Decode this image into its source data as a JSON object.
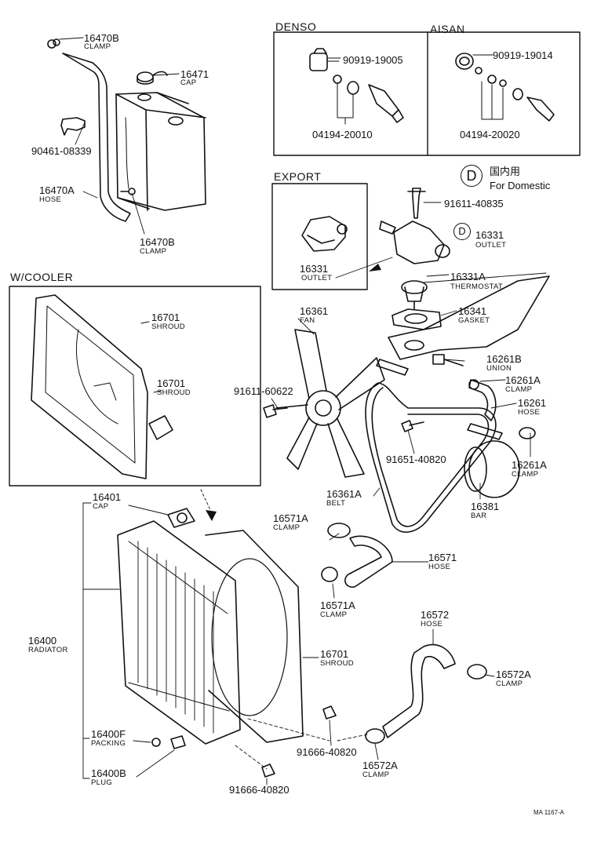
{
  "headings": {
    "denso": "DENSO",
    "aisan": "AISAN",
    "export": "EXPORT",
    "w_cooler": "W/COOLER"
  },
  "domestic": {
    "mark": "D",
    "japanese": "国内用",
    "english": "For Domestic"
  },
  "parts": {
    "p16470B_top": {
      "number": "16470B",
      "name": "CLAMP"
    },
    "p16471": {
      "number": "16471",
      "name": "CAP"
    },
    "p90461": {
      "number": "90461-08339"
    },
    "p16470A": {
      "number": "16470A",
      "name": "HOSE"
    },
    "p16470B_bot": {
      "number": "16470B",
      "name": "CLAMP"
    },
    "p90919_19005": {
      "number": "90919-19005"
    },
    "p04194_20010": {
      "number": "04194-20010"
    },
    "p90919_19014": {
      "number": "90919-19014"
    },
    "p04194_20020": {
      "number": "04194-20020"
    },
    "p91611_40835": {
      "number": "91611-40835"
    },
    "p16331_export": {
      "number": "16331",
      "name": "OUTLET"
    },
    "p16331_dom": {
      "number": "16331",
      "name": "OUTLET"
    },
    "p16331A": {
      "number": "16331A",
      "name": "THERMOSTAT"
    },
    "p16341": {
      "number": "16341",
      "name": "GASKET"
    },
    "p16361": {
      "number": "16361",
      "name": "FAN"
    },
    "p16261B": {
      "number": "16261B",
      "name": "UNION"
    },
    "p16261A_top": {
      "number": "16261A",
      "name": "CLAMP"
    },
    "p16261": {
      "number": "16261",
      "name": "HOSE"
    },
    "p91611_60622": {
      "number": "91611-60622"
    },
    "p91651_40820": {
      "number": "91651-40820"
    },
    "p16261A_bot": {
      "number": "16261A",
      "name": "CLAMP"
    },
    "p16701_a": {
      "number": "16701",
      "name": "SHROUD"
    },
    "p16701_b": {
      "number": "16701",
      "name": "SHROUD"
    },
    "p16401": {
      "number": "16401",
      "name": "CAP"
    },
    "p16361A": {
      "number": "16361A",
      "name": "BELT"
    },
    "p16381": {
      "number": "16381",
      "name": "BAR"
    },
    "p16571A_top": {
      "number": "16571A",
      "name": "CLAMP"
    },
    "p16571": {
      "number": "16571",
      "name": "HOSE"
    },
    "p16571A_bot": {
      "number": "16571A",
      "name": "CLAMP"
    },
    "p16400": {
      "number": "16400",
      "name": "RADIATOR"
    },
    "p16701_c": {
      "number": "16701",
      "name": "SHROUD"
    },
    "p16572": {
      "number": "16572",
      "name": "HOSE"
    },
    "p16572A_right": {
      "number": "16572A",
      "name": "CLAMP"
    },
    "p16400F": {
      "number": "16400F",
      "name": "PACKING"
    },
    "p91666_a": {
      "number": "91666-40820"
    },
    "p16572A_bot": {
      "number": "16572A",
      "name": "CLAMP"
    },
    "p16400B": {
      "number": "16400B",
      "name": "PLUG"
    },
    "p91666_b": {
      "number": "91666-40820"
    }
  },
  "footer": {
    "ref": "MA 1167-A"
  }
}
